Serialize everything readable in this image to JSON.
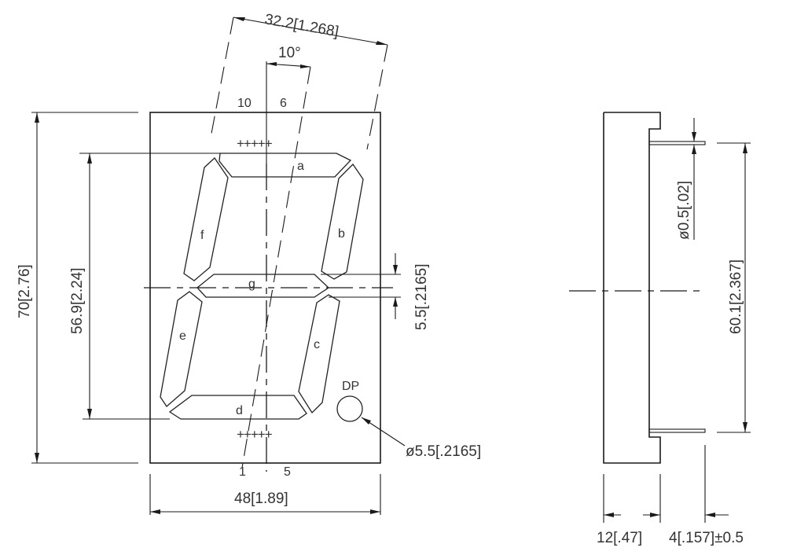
{
  "title": "7-segment LED display package drawing (front and side views)",
  "units": "mm [inch]",
  "front_view": {
    "top_slant_width": "32.2[1.268]",
    "slant_angle": "10°",
    "pin_labels_top": [
      "10",
      "6"
    ],
    "pin_labels_bottom": [
      "1",
      "5"
    ],
    "pin_marks_top": "+++++",
    "pin_marks_bottom": "+++++",
    "segments": [
      "a",
      "b",
      "c",
      "d",
      "e",
      "f",
      "g"
    ],
    "decimal_point_label": "DP",
    "dp_diameter": "ø5.5[.2165]",
    "segment_width": "5.5[.2165]",
    "overall_height": "70[2.76]",
    "digit_height": "56.9[2.24]",
    "overall_width": "48[1.89]"
  },
  "side_view": {
    "pin_diameter": "ø0.5[.02]",
    "pin_pitch_span": "60.1[2.367]",
    "body_depth": "12[.47]",
    "pin_length": "4[.157]±0.5"
  }
}
